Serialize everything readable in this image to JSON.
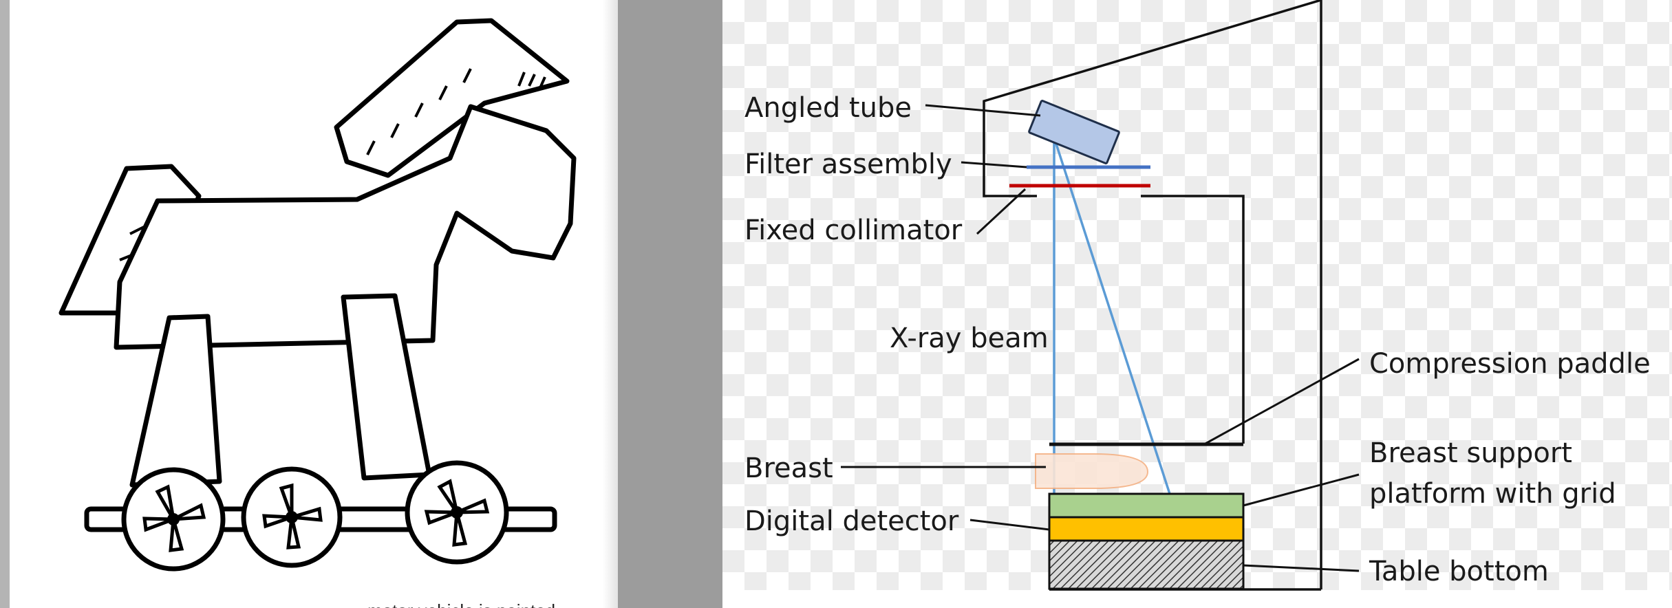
{
  "left_image": {
    "subject": "horse-toy-icon",
    "caption_cut": "motor vehicle is painted"
  },
  "diagram": {
    "labels": {
      "angled_tube": "Angled tube",
      "filter_assembly": "Filter assembly",
      "fixed_collimator": "Fixed collimator",
      "xray_beam": "X-ray beam",
      "compression_paddle": "Compression paddle",
      "breast": "Breast",
      "breast_support_line1": "Breast support",
      "breast_support_line2": "platform with grid",
      "digital_detector": "Digital detector",
      "table_bottom": "Table bottom"
    },
    "colors": {
      "tube": "#b4c7e7",
      "filter": "#4472c4",
      "collimator": "#c00000",
      "beam": "#5b9bd5",
      "breast": "#fbe5d6",
      "support": "#a9d18e",
      "detector": "#ffc000"
    }
  }
}
